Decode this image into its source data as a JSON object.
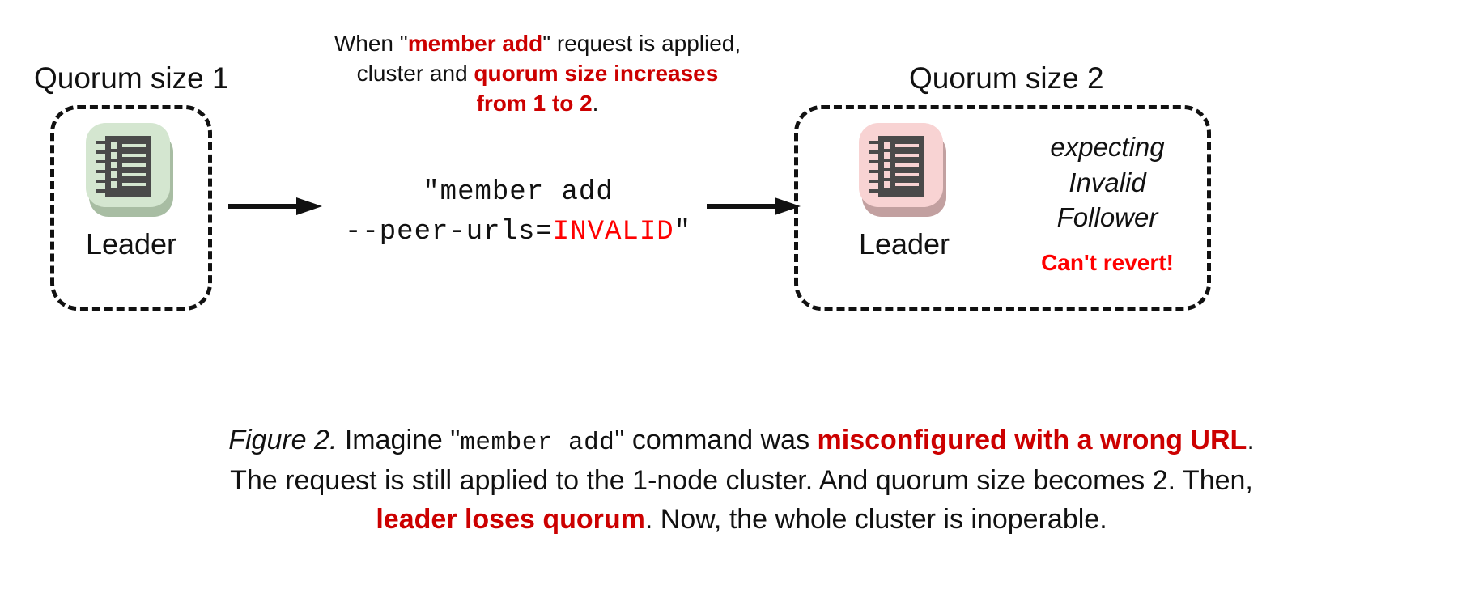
{
  "figure": {
    "left_cluster": {
      "quorum_label": "Quorum size 1",
      "node_label": "Leader",
      "icon_name": "server-rack-icon",
      "icon_bg": "#d4e6d0",
      "icon_shadow": "#a8bda3",
      "icon_body": "#4a4a4a",
      "icon_detail": "#d4e6d0"
    },
    "right_cluster": {
      "quorum_label": "Quorum size 2",
      "node_label": "Leader",
      "icon_name": "server-rack-icon",
      "icon_bg": "#f8d3d3",
      "icon_shadow": "#c2a0a0",
      "icon_body": "#4a4a4a",
      "icon_detail": "#f8d3d3",
      "status_line_1": "expecting",
      "status_line_2": "Invalid",
      "status_line_3": "Follower",
      "status_warning": "Can't revert!"
    },
    "top_note": {
      "line1_a": "When \"",
      "line1_b": "member add",
      "line1_c": "\" request is applied,",
      "line2_a": "cluster and ",
      "line2_b": "quorum size increases",
      "line3_a": "from 1 to 2",
      "line3_b": "."
    },
    "command": {
      "line1": "\"member add",
      "line2_a": "--peer-urls=",
      "line2_b": "INVALID",
      "line2_c": "\""
    },
    "arrows": {
      "arrow_1_name": "arrow-apply-request",
      "arrow_2_name": "arrow-result"
    },
    "caption": {
      "line1_a": "Figure 2.",
      "line1_b": " Imagine \"",
      "line1_c": "member add",
      "line1_d": "\" command was ",
      "line1_e": "misconfigured with a wrong URL",
      "line1_f": ".",
      "line2": "The request is still applied to the 1-node cluster. And quorum size becomes 2. Then,",
      "line3_a": "leader loses quorum",
      "line3_b": ". Now, the whole cluster is inoperable."
    },
    "colors": {
      "accent_red": "#cc0000",
      "alert_red": "#ff0000",
      "ink": "#111111",
      "page_bg": "#ffffff"
    }
  }
}
